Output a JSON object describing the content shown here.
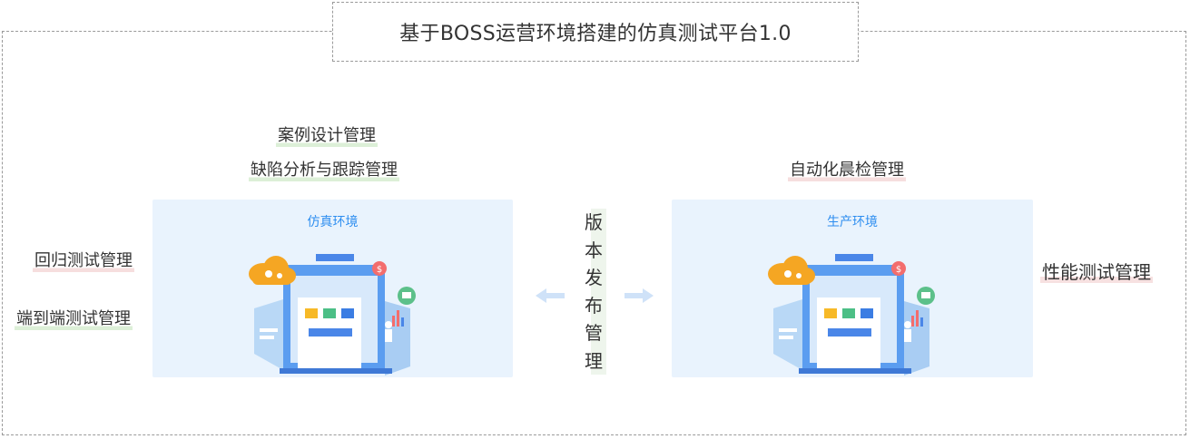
{
  "title": "基于BOSS运营环境搭建的仿真测试平台1.0",
  "left_top_labels": [
    "案例设计管理",
    "缺陷分析与跟踪管理"
  ],
  "left_side_labels": [
    "回归测试管理",
    "端到端测试管理"
  ],
  "right_top_label": "自动化晨检管理",
  "right_side_label": "性能测试管理",
  "release_label_chars": [
    "版",
    "本",
    "发",
    "布",
    "管",
    "理"
  ],
  "panels": {
    "simulation": {
      "title": "仿真环境"
    },
    "production": {
      "title": "生产环境"
    }
  },
  "colors": {
    "panel_bg": "#e9f3fd",
    "accent_blue": "#2e8ef0",
    "cloud_orange": "#f5a623",
    "coin_red": "#f36d6d",
    "cart_green": "#5cc08a",
    "arrow_blue": "#cfe2f8"
  },
  "icons": [
    "cloud-gear-icon",
    "dollar-coin-icon",
    "cart-icon",
    "left-arrow-icon",
    "right-arrow-icon"
  ]
}
